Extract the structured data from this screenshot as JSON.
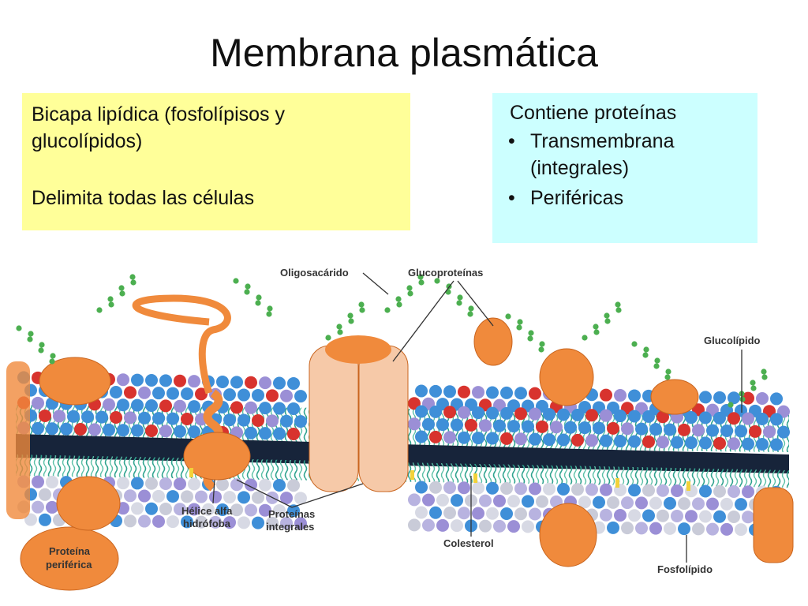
{
  "title": "Membrana plasmática",
  "left_box": {
    "line1": "Bicapa lipídica (fosfolípisos y glucolípidos)",
    "line2": "Delimita todas las células"
  },
  "right_box": {
    "heading": "Contiene proteínas",
    "items": [
      "Transmembrana (integrales)",
      "Periféricas"
    ]
  },
  "diagram": {
    "labels": {
      "oligosacarido": "Oligosacárido",
      "glucoproteinas": "Glucoproteínas",
      "glucolipido": "Glucolípido",
      "helice_1": "Hélice alfa",
      "helice_2": "hidrófoba",
      "integrales_1": "Proteínas",
      "integrales_2": "integrales",
      "colesterol": "Colesterol",
      "periferica_1": "Proteína",
      "periferica_2": "periférica",
      "fosfolipido": "Fosfolípido"
    },
    "colors": {
      "protein": "#f08a3c",
      "protein_light": "#f6c9a8",
      "head_blue": "#3f8fd8",
      "head_red": "#d8332e",
      "head_violet": "#9b8fd6",
      "tail_teal": "#2fa38e",
      "core_dark": "#17243a",
      "sugar_green": "#4caf50"
    }
  }
}
